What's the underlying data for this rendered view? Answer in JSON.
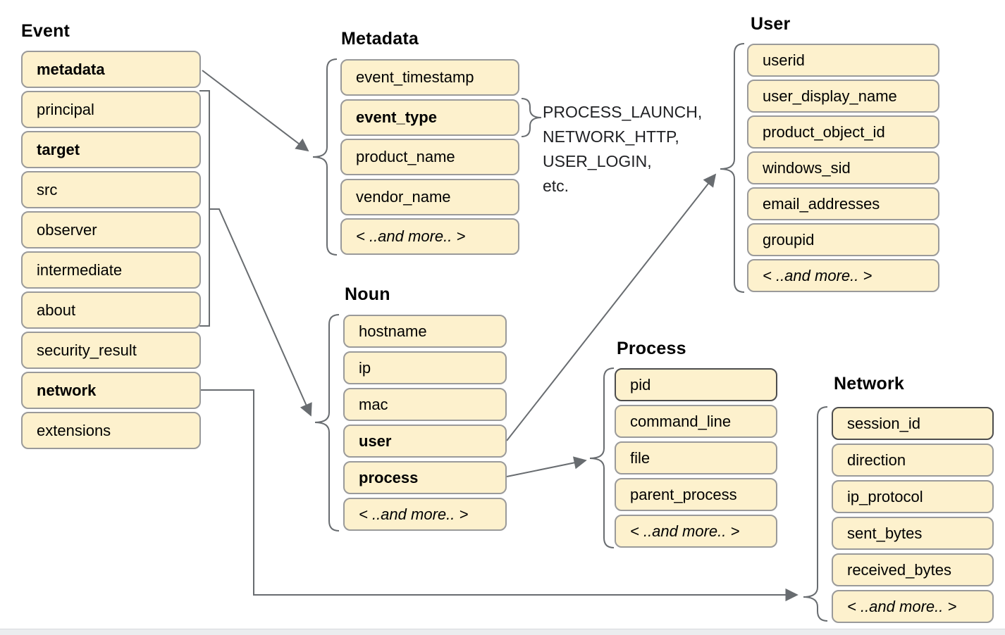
{
  "diagram": {
    "groups": [
      {
        "id": "event",
        "title": "Event",
        "fields": [
          {
            "label": "metadata",
            "bold": true
          },
          {
            "label": "principal"
          },
          {
            "label": "target",
            "bold": true
          },
          {
            "label": "src"
          },
          {
            "label": "observer"
          },
          {
            "label": "intermediate"
          },
          {
            "label": "about"
          },
          {
            "label": "security_result"
          },
          {
            "label": "network",
            "bold": true
          },
          {
            "label": "extensions"
          }
        ]
      },
      {
        "id": "metadata",
        "title": "Metadata",
        "fields": [
          {
            "label": "event_timestamp"
          },
          {
            "label": "event_type",
            "bold": true
          },
          {
            "label": "product_name"
          },
          {
            "label": "vendor_name"
          },
          {
            "label": "< ..and more.. >",
            "italic": true
          }
        ]
      },
      {
        "id": "noun",
        "title": "Noun",
        "fields": [
          {
            "label": "hostname"
          },
          {
            "label": "ip"
          },
          {
            "label": "mac"
          },
          {
            "label": "user",
            "bold": true
          },
          {
            "label": "process",
            "bold": true
          },
          {
            "label": "< ..and more.. >",
            "italic": true
          }
        ]
      },
      {
        "id": "user",
        "title": "User",
        "fields": [
          {
            "label": "userid"
          },
          {
            "label": "user_display_name"
          },
          {
            "label": "product_object_id"
          },
          {
            "label": "windows_sid"
          },
          {
            "label": "email_addresses"
          },
          {
            "label": "groupid"
          },
          {
            "label": "< ..and more.. >",
            "italic": true
          }
        ]
      },
      {
        "id": "process",
        "title": "Process",
        "fields": [
          {
            "label": "pid",
            "dark_border": true
          },
          {
            "label": "command_line"
          },
          {
            "label": "file"
          },
          {
            "label": "parent_process"
          },
          {
            "label": "< ..and more.. >",
            "italic": true
          }
        ]
      },
      {
        "id": "network",
        "title": "Network",
        "fields": [
          {
            "label": "session_id",
            "dark_border": true
          },
          {
            "label": "direction"
          },
          {
            "label": "ip_protocol"
          },
          {
            "label": "sent_bytes"
          },
          {
            "label": "received_bytes"
          },
          {
            "label": "< ..and more.. >",
            "italic": true
          }
        ]
      }
    ],
    "annotation": {
      "lines": [
        "PROCESS_LAUNCH,",
        "NETWORK_HTTP,",
        "USER_LOGIN,",
        "etc."
      ]
    },
    "colors": {
      "box_fill": "#fdf1cd",
      "box_border": "#9a9a9a",
      "box_border_dark": "#4d4d4d",
      "connector": "#686c70",
      "text": "#000000",
      "annotation_text": "#202124",
      "footer_strip": "#ebedef"
    }
  }
}
